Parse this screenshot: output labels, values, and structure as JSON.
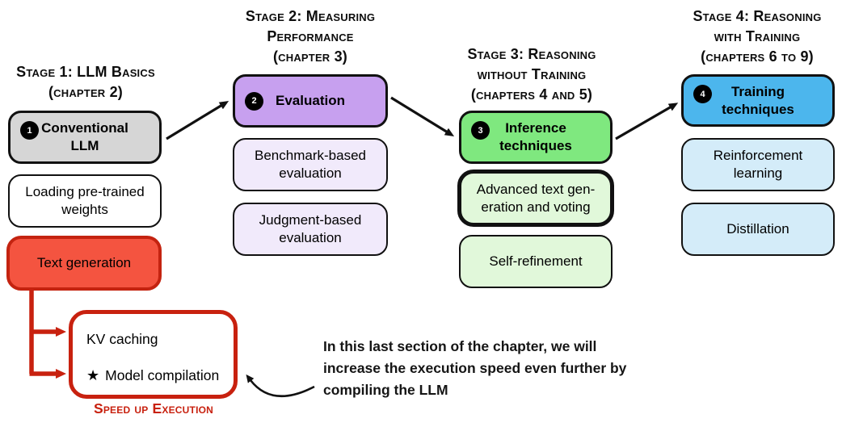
{
  "stages": [
    {
      "heading": "Stage 1: LLM Basics\n(chapter 2)",
      "main_box": {
        "badge": "1",
        "label": "Conventional\nLLM"
      },
      "sub_boxes": [
        "Loading pre-trained\nweights",
        "Text generation"
      ]
    },
    {
      "heading": "Stage 2: Measuring\nPerformance\n(chapter 3)",
      "main_box": {
        "badge": "2",
        "label": "Evaluation"
      },
      "sub_boxes": [
        "Benchmark-based\nevaluation",
        "Judgment-based\nevaluation"
      ]
    },
    {
      "heading": "Stage 3: Reasoning\nwithout Training\n(chapters 4 and 5)",
      "main_box": {
        "badge": "3",
        "label": "Inference\ntechniques"
      },
      "sub_boxes": [
        "Advanced text gen-\neration and voting",
        "Self-refinement"
      ]
    },
    {
      "heading": "Stage 4: Reasoning\nwith Training\n(chapters 6 to 9)",
      "main_box": {
        "badge": "4",
        "label": "Training\ntechniques"
      },
      "sub_boxes": [
        "Reinforcement\nlearning",
        "Distillation"
      ]
    }
  ],
  "speedup": {
    "items": [
      {
        "icon": "",
        "label": "KV caching"
      },
      {
        "icon": "★",
        "label": "Model compilation"
      }
    ],
    "caption": "Speed up Execution"
  },
  "annotation": {
    "text": "In this last section of the chapter, we will\nincrease the execution speed even further by\ncompiling the LLM"
  },
  "colors": {
    "stage1_main_fill": "#d6d6d6",
    "stage2_main_fill": "#c7a0ef",
    "stage2_sub_fill": "#f1eafb",
    "stage3_main_fill": "#7fe87f",
    "stage3_sub_fill": "#e1f8da",
    "stage4_main_fill": "#4cb6ed",
    "stage4_sub_fill": "#d4ecf9",
    "highlight_red_fill": "#f45440",
    "red_accent": "#c8210f",
    "outline_black": "#111111"
  }
}
